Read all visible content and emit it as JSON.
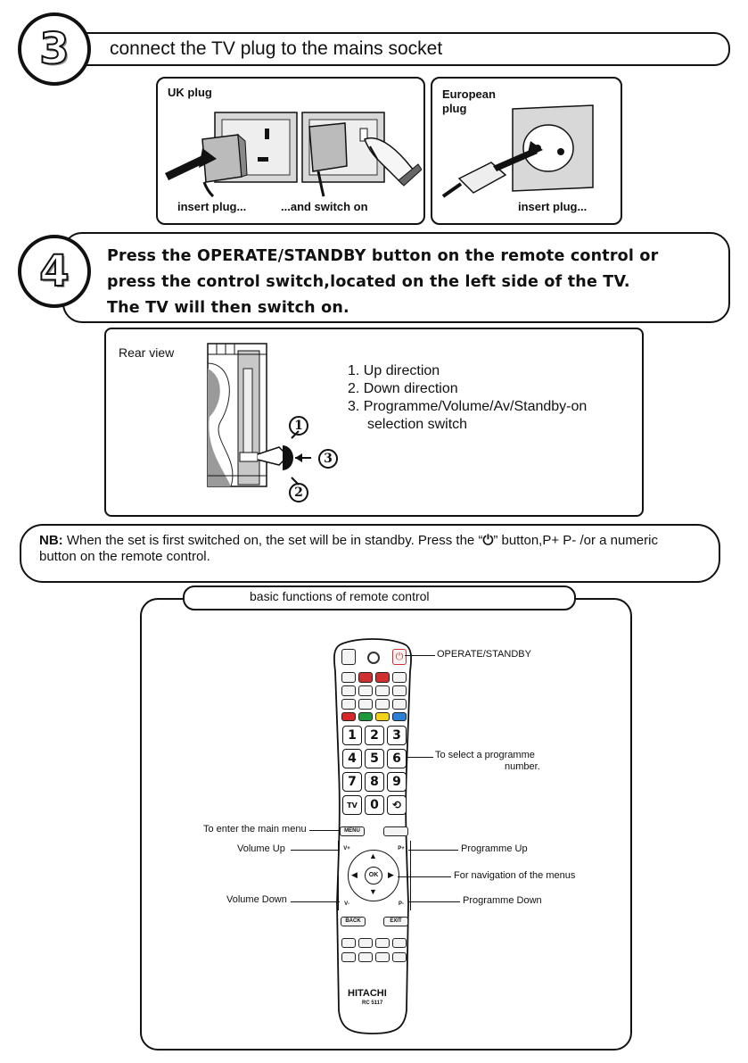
{
  "step3": {
    "number": "3",
    "title": "connect the TV plug to the mains socket",
    "uk": {
      "heading": "UK plug",
      "caption1": "insert plug...",
      "caption2": "...and switch on"
    },
    "eu": {
      "heading": "European plug",
      "caption": "insert plug..."
    }
  },
  "step4": {
    "number": "4",
    "line1": "Press the OPERATE/STANDBY button on the remote control or",
    "line2": "press the control switch,located on the left side of the TV.",
    "line3": "The TV will then switch on."
  },
  "rear": {
    "heading": "Rear view",
    "items": [
      "1. Up direction",
      "2. Down direction",
      "3. Programme/Volume/Av/Standby-on",
      "selection switch"
    ],
    "markers": [
      "1",
      "2",
      "3"
    ]
  },
  "nb": {
    "label": "NB:",
    "text1": " When the set is first switched on, the set will be in standby. Press the “",
    "symbol": "⏻",
    "text2": "” button,P+ P- /or a numeric",
    "text3": "button on the remote control."
  },
  "remote_section": {
    "title": "basic functions of remote control",
    "labels": {
      "operate": "OPERATE/STANDBY",
      "select1": "To select a programme",
      "select2": "number.",
      "menu": "To enter the main menu",
      "vol_up": "Volume Up",
      "prog_up": "Programme Up",
      "nav": "For navigation of the menus",
      "vol_down": "Volume Down",
      "prog_down": "Programme Down"
    },
    "remote": {
      "brand": "HITACHI",
      "model": "RC 5117",
      "digits": [
        "1",
        "2",
        "3",
        "4",
        "5",
        "6",
        "7",
        "8",
        "9"
      ],
      "zero": "0",
      "ok": "OK",
      "menu_btn": "MENU",
      "back_btn": "BACK",
      "exit_btn": "EXIT",
      "vplus": "V+",
      "vminus": "V-",
      "pplus": "P+",
      "pminus": "P-",
      "tv_btn": "TV"
    },
    "colors": {
      "red": "#d62828",
      "green": "#1f9a3a",
      "yellow": "#f2d21b",
      "blue": "#2a7fd6",
      "power": "#e03030"
    }
  }
}
